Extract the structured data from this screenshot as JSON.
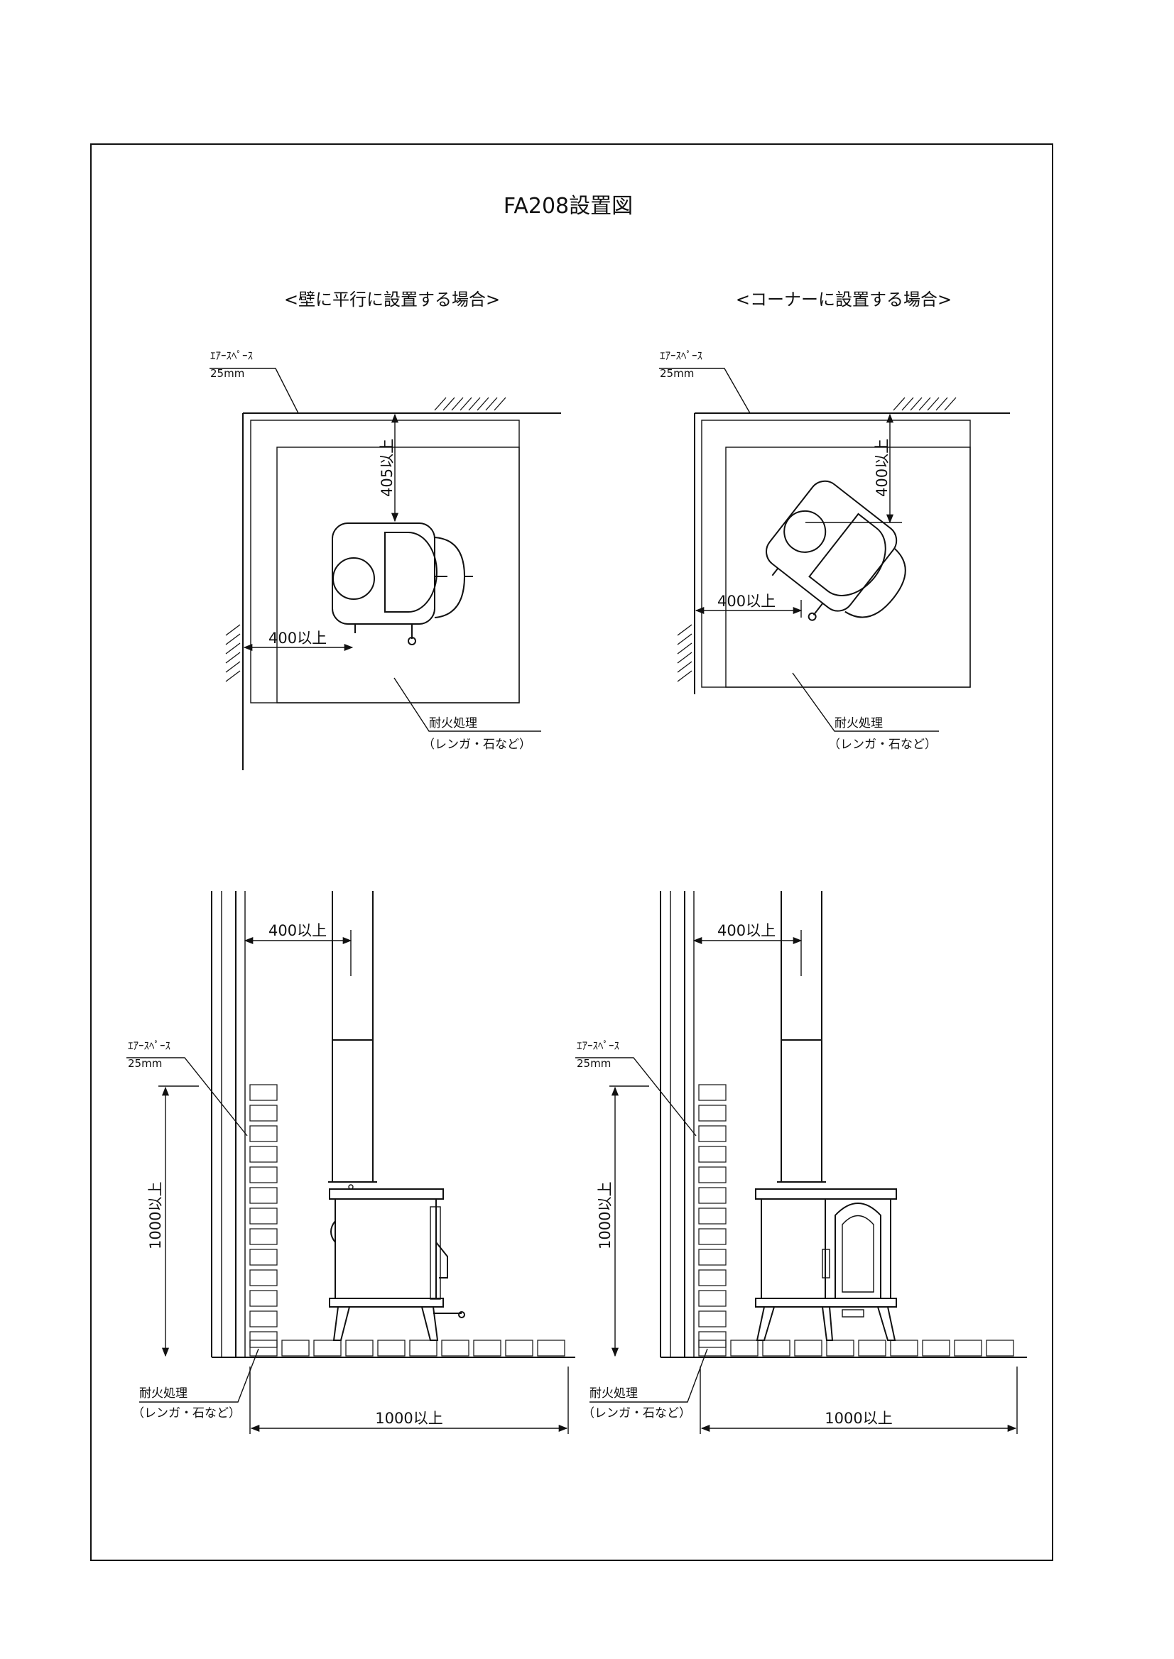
{
  "title": "FA208設置図",
  "sections": {
    "parallel": "<壁に平行に設置する場合>",
    "corner": "<コーナーに設置する場合>"
  },
  "labels": {
    "air_space_line1": "ｴｱｰｽﾍﾟｰｽ",
    "air_space_line2": "25mm",
    "fireproof_line1": "耐火処理",
    "fireproof_line2": "（レンガ・石など）"
  },
  "dimensions": {
    "top_parallel_rear": "405以上",
    "top_parallel_side": "400以上",
    "top_corner_rear": "400以上",
    "top_corner_side": "400以上",
    "elev_left_side": "400以上",
    "elev_left_height": "1000以上",
    "elev_left_floor": "1000以上",
    "elev_right_side": "400以上",
    "elev_right_height": "1000以上",
    "elev_right_floor": "1000以上"
  }
}
